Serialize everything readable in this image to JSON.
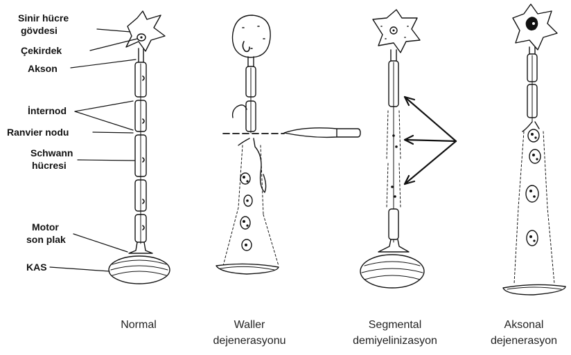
{
  "labels": {
    "cell_body_1": "Sinir hücre",
    "cell_body_2": "gövdesi",
    "nucleus": "Çekirdek",
    "axon": "Akson",
    "internode": "İnternod",
    "ranvier": "Ranvier nodu",
    "schwann_1": "Schwann",
    "schwann_2": "hücresi",
    "endplate_1": "Motor",
    "endplate_2": "son plak",
    "muscle": "KAS"
  },
  "captions": {
    "normal": "Normal",
    "waller_1": "Waller",
    "waller_2": "dejenerasyonu",
    "segmental_1": "Segmental",
    "segmental_2": "demiyelinizasyon",
    "axonal_1": "Aksonal",
    "axonal_2": "dejenerasyon"
  },
  "colors": {
    "ink": "#111111",
    "background": "#ffffff"
  }
}
